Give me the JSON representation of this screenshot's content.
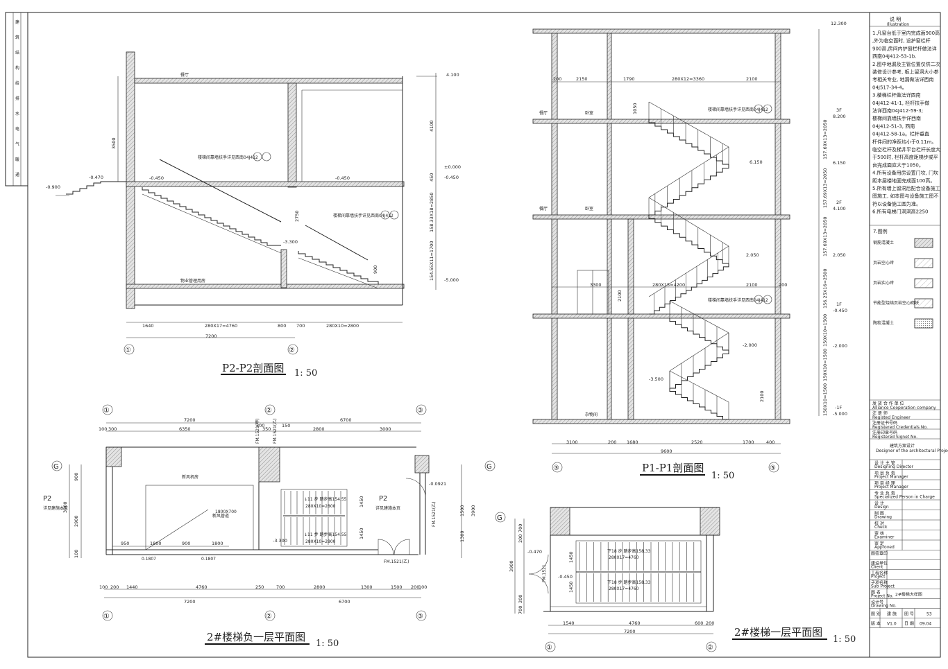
{
  "sections": {
    "p2": {
      "title": "P2-P2剖面图",
      "scale": "1: 50",
      "labels": {
        "dining": "餐厅",
        "mgmt": "物业管理用房",
        "handrail1": "楼梯间靠墙扶手详见西南04J412",
        "handrail2": "楼梯间靠墙扶手详见西南04J412",
        "lv1": "4.100",
        "lv2": "±0.000",
        "lv3": "-0.450",
        "lv4": "-0.450",
        "lv5": "-0.470",
        "lv6": "-0.900",
        "lv7": "-3.300",
        "lv8": "-5.000",
        "lv9": "-0.450"
      },
      "dims": {
        "d1": "1640",
        "d2": "280X17=4760",
        "d3": "800",
        "d4": "700",
        "d5": "280X10=2800",
        "total": "7200",
        "v1": "3500",
        "v2": "4100",
        "v3": "450",
        "v4": "158.33X18=2850",
        "v5": "154.55X11=1700",
        "v6": "2750",
        "v7": "900"
      },
      "axes": [
        "①",
        "②"
      ]
    },
    "p1": {
      "title": "P1-P1剖面图",
      "scale": "1: 50",
      "labels": {
        "dining": "餐厅",
        "bedroom": "卧室",
        "dining2": "餐厅",
        "bedroom2": "卧室",
        "storage": "杂物间",
        "handrail1": "楼梯间靠墙扶手详见西南04J412",
        "handrail2": "楼梯间靠墙扶手详见西南04J412",
        "lv1": "12.300",
        "lv2": "8.200",
        "lv2f": "3F",
        "lv3": "6.150",
        "lv4": "4.100",
        "lv4f": "2F",
        "lv5": "2.050",
        "lv6": "-0.450",
        "lv6f": "1F",
        "lv7": "-2.000",
        "lv8": "-5.000",
        "lv8f": "-1F",
        "lv9": "6.150",
        "lv10": "2.050",
        "lv11": "-2.000",
        "lv12": "-3.500"
      },
      "dims": {
        "a": "200",
        "b": "2150",
        "c": "1790",
        "d": "280X12=3360",
        "e": "2100",
        "f": "3300",
        "g": "280X15=4200",
        "h": "2100",
        "i": "200",
        "j": "3100",
        "k": "200",
        "l": "1680",
        "m": "2520",
        "n": "1700",
        "o": "400",
        "total": "9600",
        "v1": "157.69X13=2050",
        "v2": "157.69X13=2050",
        "v3": "157.69X13=2050",
        "v4": "156.25X16=2500",
        "v5": "150X10=1500",
        "v6": "150X10=1500",
        "v7": "150X10=1500",
        "v8": "1050",
        "v9": "2100",
        "v10": "2100"
      },
      "axes": [
        "③",
        "⑤"
      ]
    }
  },
  "plans": {
    "b1": {
      "title": "2#楼梯负一层平面图",
      "scale": "1: 50",
      "labels": {
        "machine": "新风机房",
        "duct": "1800X700",
        "duct2": "新风管道",
        "fm1": "FM.1521(甲)",
        "fm2": "FM.1521(乙)",
        "fm3": "FM.1521(乙)",
        "fm4": "FM.1521(乙)",
        "up1": "↓11 步  踏步高154.55",
        "up1b": "280X10=2800",
        "up2": "↓11 步  踏步高154.55",
        "up2b": "280X10=2800",
        "lv": "-3.300",
        "lv2": "-0.0921",
        "p2a": "P2",
        "p2b": "P2",
        "note1": "详见建施本页",
        "note2": "详见建施本页",
        "d0": "0.1807",
        "d00": "0.1807"
      },
      "dims": {
        "top1": "7200",
        "top2": "6700",
        "t1": "100",
        "t2": "300",
        "t3": "6350",
        "t4": "200",
        "t5": "350",
        "t6": "150",
        "t7": "2800",
        "t8": "3000",
        "b1": "950",
        "b2": "1800",
        "b3": "900",
        "b4": "1800",
        "c1": "100",
        "c2": "200",
        "c3": "1440",
        "c4": "4760",
        "c5": "250",
        "c6": "700",
        "c7": "2800",
        "c8": "1300",
        "c9": "1500",
        "c10": "200",
        "c11": "100",
        "bt1": "7200",
        "bt2": "6700",
        "v1": "900",
        "v2": "2900",
        "v3": "3900",
        "v4": "100",
        "v5": "1450",
        "v6": "1450",
        "v7": "1500",
        "v8": "1300",
        "v9": "3900"
      },
      "axes": [
        "①",
        "②",
        "③",
        "G",
        "G"
      ]
    },
    "f1": {
      "title": "2#楼梯一层平面图",
      "scale": "1: 50",
      "labels": {
        "up1": "下18 步  踏步高158.33",
        "up1b": "280X17=4760",
        "up2": "下18 步  踏步高158.33",
        "up2b": "280X17=4760",
        "lv1": "-0.470",
        "lv2": "-0.450",
        "fm": "FM.1521"
      },
      "dims": {
        "d1": "1540",
        "d2": "4760",
        "d3": "600",
        "d4": "200",
        "total": "7200",
        "v1": "700",
        "v2": "200",
        "v3": "1450",
        "v4": "1450",
        "v5": "3900",
        "v6": "200",
        "v7": "700"
      },
      "axes": [
        "①",
        "②",
        "G"
      ]
    }
  },
  "notes": {
    "heading": "说    明",
    "heading_en": "Illustration",
    "lines": [
      "1.凡窗台低于室内完成面900高",
      ",外为临空面时, 设护窗栏杆",
      "900高,房间内护窗栏杆做法详",
      "西南04J412-53-1b.",
      "2.图中地漏及主管位置仅供二次",
      "装修设计参考, 板上留洞大小参",
      "考相关专业, 地漏做法详西南",
      "04J517-34-4。",
      "3.楼梯栏杆做法详西南",
      "04J412-41-1, 栏杆扶手做",
      "法详西南04J412-59-3;",
      "楼梯间靠墙扶手详西南",
      "04J412-51-3, 西南",
      "04J412-58-1a。栏杆垂直",
      "杆件间的净距均小于0.11m。",
      "临空栏杆及梯井平台栏杆长度大",
      "于500时, 栏杆高度距梯步或平",
      "台完成面应大于1050。",
      "4.所有设备用房设置门坎, 门坎",
      "距本层楼地面完成面100高。",
      "5.所有墙上留洞后配合设备施工",
      "图施工, 如本图与设备施工图不",
      "符以设备施工图为准。",
      "6.所有电梯门洞洞高2250"
    ],
    "legend_title": "7.图例",
    "legend": [
      "钢筋混凝土",
      "页岩空心砖",
      "页岩实心砖",
      "节能型烧结页岩空心砌块",
      "陶粒混凝土"
    ]
  },
  "titleblock": {
    "rows": [
      {
        "cn": "发 放 合 作 单 位",
        "en": "Alliance Cooperation company"
      },
      {
        "cn": "注 册 师",
        "en": "Registed Engineer"
      },
      {
        "cn": "注册证书号码",
        "en": "Registered Credentials No."
      },
      {
        "cn": "注册印章号码",
        "en": "Registered Signet No."
      }
    ],
    "org": "建筑方案设计",
    "org_en": "Designer of the architectural Project",
    "roles": [
      {
        "cn": "设 计 主 管",
        "en": "Designing Director"
      },
      {
        "cn": "项 目 负 责",
        "en": "Project Manager"
      },
      {
        "cn": "项 目 经 理",
        "en": "Project Manager"
      },
      {
        "cn": "专 业 负 责",
        "en": "Specialized Person in Charge"
      },
      {
        "cn": "设    计",
        "en": "Design"
      },
      {
        "cn": "制    图",
        "en": "Drawing"
      },
      {
        "cn": "校    对",
        "en": "Check"
      },
      {
        "cn": "审    核",
        "en": "Examiner"
      },
      {
        "cn": "审    定",
        "en": "Approved"
      }
    ],
    "info": [
      {
        "cn": "图签章印",
        "en": ""
      },
      {
        "cn": "建设单位",
        "en": "Client"
      },
      {
        "cn": "工程名称",
        "en": "Project"
      },
      {
        "cn": "子项名称",
        "en": "Sub Project"
      },
      {
        "cn": "图  名",
        "en": "Project No.",
        "val": "2#楼梯大样图"
      },
      {
        "cn": "设计号",
        "en": "Drawing No."
      }
    ],
    "drawing_cat": "图  别",
    "drawing_cat_val": "建 施",
    "drawing_no_lbl": "图  号",
    "drawing_no": "53",
    "version_lbl": "版  本",
    "version": "V1.0",
    "date_lbl": "日  期",
    "date": "09.04",
    "left_strip": [
      "建",
      "筑",
      "结",
      "构",
      "给",
      "排",
      "水",
      "电",
      "气",
      "暖",
      "通"
    ]
  }
}
